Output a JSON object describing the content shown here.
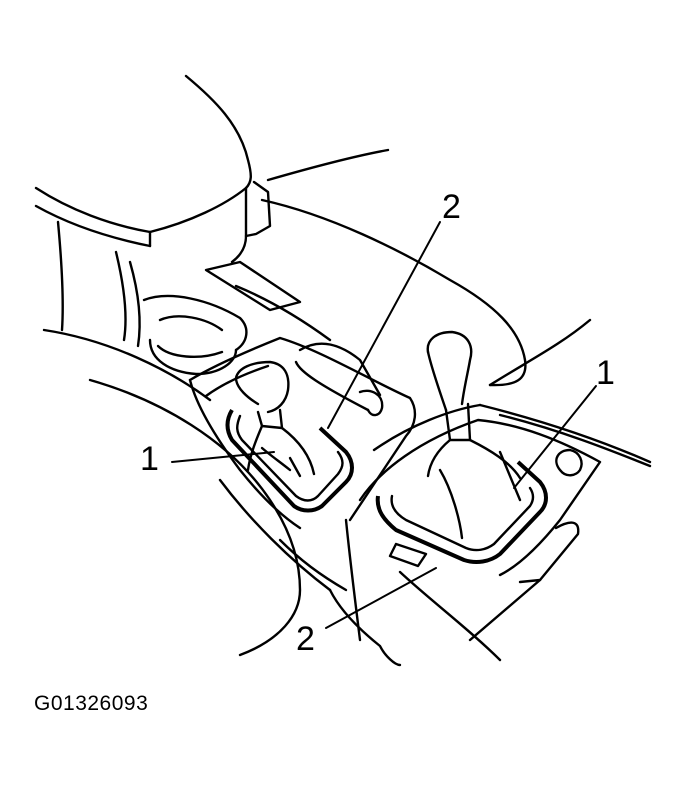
{
  "figure_id": "G01326093",
  "callouts": {
    "label_1_left": "1",
    "label_1_right": "1",
    "label_2_top": "2",
    "label_2_bottom": "2"
  },
  "colors": {
    "ink": "#000000",
    "paper": "#ffffff"
  }
}
